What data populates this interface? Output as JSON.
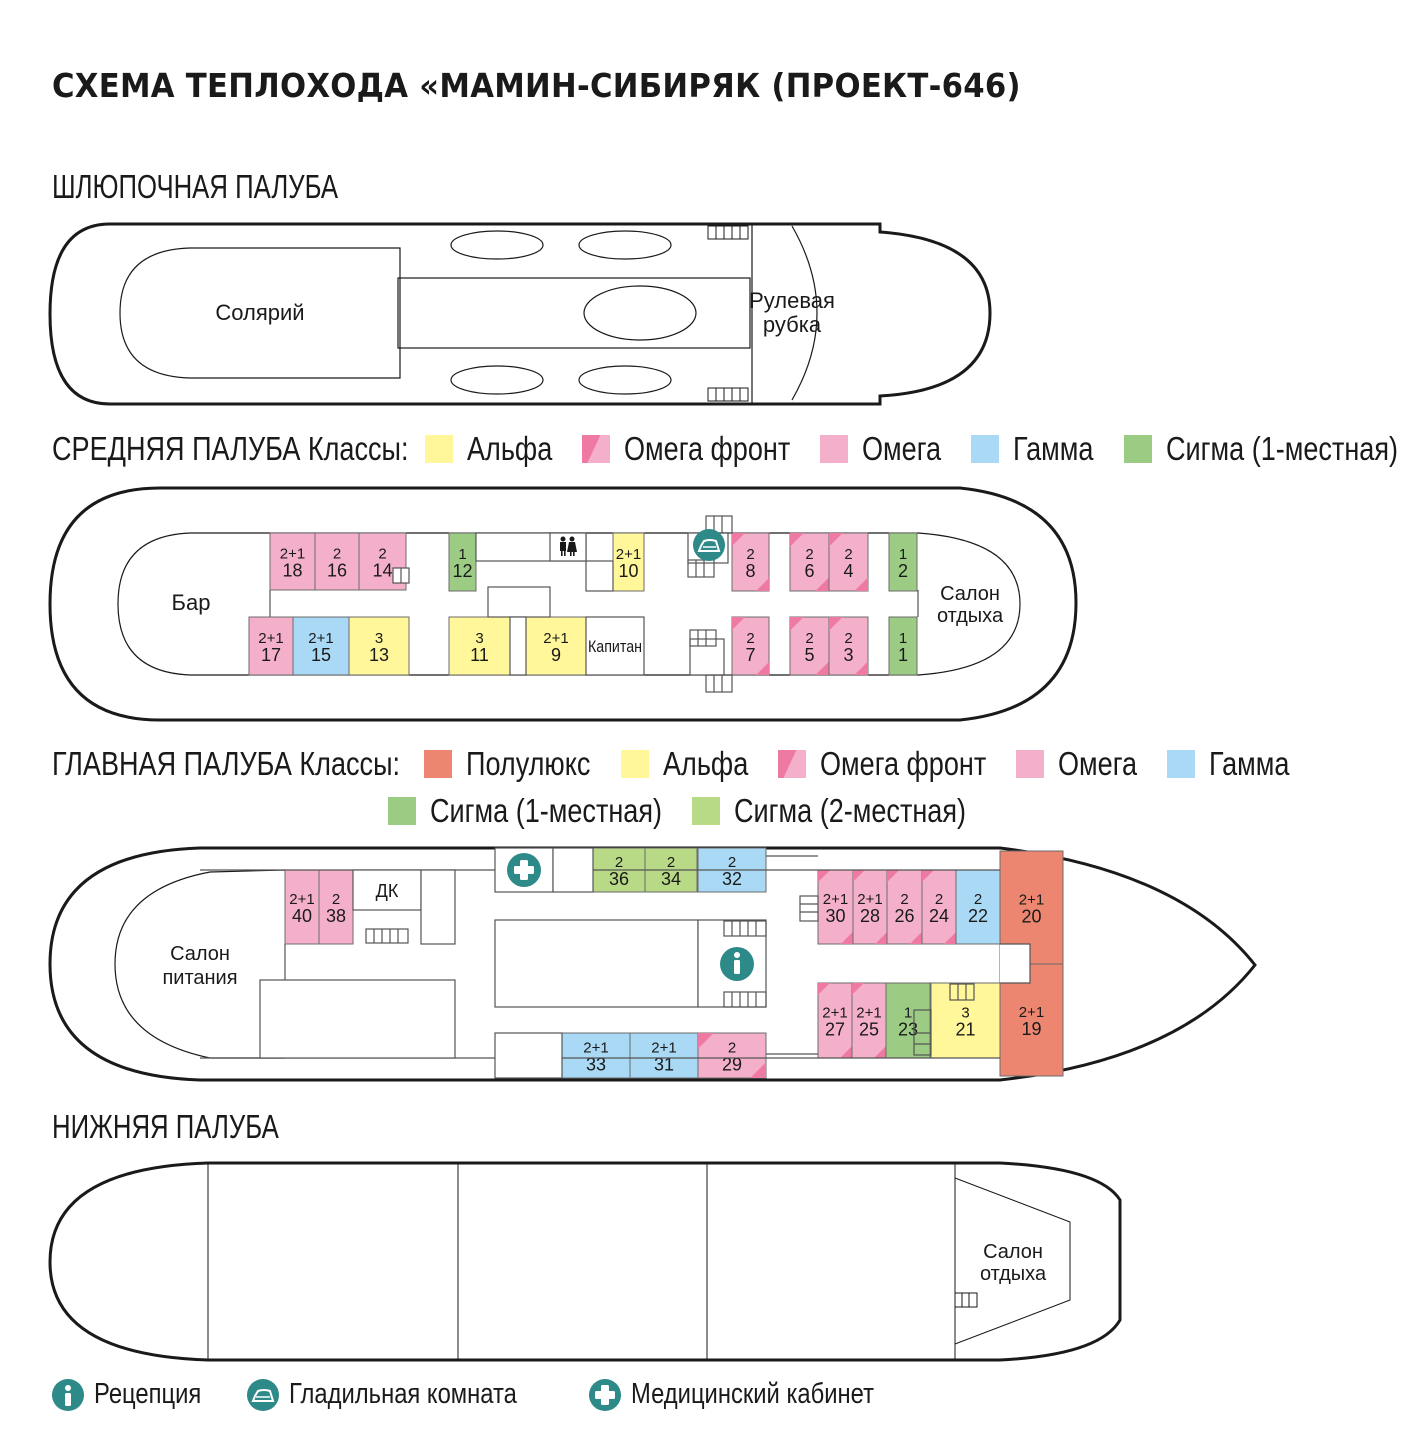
{
  "title": "СХЕМА ТЕПЛОХОДА «МАМИН-СИБИРЯК (ПРОЕКТ-646)",
  "colors": {
    "alpha": "#fff79a",
    "omega": "#f4b0cb",
    "omega_front_accent": "#ee7aa3",
    "gamma": "#a9d9f4",
    "sigma1": "#9ccc84",
    "sigma2": "#b8d985",
    "polulux": "#ec8670",
    "teal": "#2e8a88"
  },
  "boat_deck": {
    "title": "ШЛЮПОЧНАЯ ПАЛУБА",
    "rooms": {
      "solarium": "Солярий",
      "wheelhouse_1": "Рулевая",
      "wheelhouse_2": "рубка"
    }
  },
  "middle_deck": {
    "title": "СРЕДНЯЯ ПАЛУБА Классы:",
    "legend": [
      {
        "key": "alpha",
        "label": "Альфа"
      },
      {
        "key": "omega_front",
        "label": "Омега фронт"
      },
      {
        "key": "omega",
        "label": "Омега"
      },
      {
        "key": "gamma",
        "label": "Гамма"
      },
      {
        "key": "sigma1",
        "label": "Сигма (1-местная)"
      }
    ],
    "rooms": {
      "bar": "Бар",
      "captain": "Капитан",
      "lounge_1": "Салон",
      "lounge_2": "отдыха"
    },
    "cabins": [
      {
        "num": "18",
        "beds": "2+1",
        "cls": "omega"
      },
      {
        "num": "16",
        "beds": "2",
        "cls": "omega"
      },
      {
        "num": "14",
        "beds": "2",
        "cls": "omega"
      },
      {
        "num": "12",
        "beds": "1",
        "cls": "sigma1"
      },
      {
        "num": "10",
        "beds": "2+1",
        "cls": "alpha"
      },
      {
        "num": "8",
        "beds": "2",
        "cls": "omega_front"
      },
      {
        "num": "6",
        "beds": "2",
        "cls": "omega_front"
      },
      {
        "num": "4",
        "beds": "2",
        "cls": "omega_front"
      },
      {
        "num": "2",
        "beds": "1",
        "cls": "sigma1"
      },
      {
        "num": "17",
        "beds": "2+1",
        "cls": "omega"
      },
      {
        "num": "15",
        "beds": "2+1",
        "cls": "gamma"
      },
      {
        "num": "13",
        "beds": "3",
        "cls": "alpha"
      },
      {
        "num": "11",
        "beds": "3",
        "cls": "alpha"
      },
      {
        "num": "9",
        "beds": "2+1",
        "cls": "alpha"
      },
      {
        "num": "7",
        "beds": "2",
        "cls": "omega_front"
      },
      {
        "num": "5",
        "beds": "2",
        "cls": "omega_front"
      },
      {
        "num": "3",
        "beds": "2",
        "cls": "omega_front"
      },
      {
        "num": "1",
        "beds": "1",
        "cls": "sigma1"
      }
    ]
  },
  "main_deck": {
    "title": "ГЛАВНАЯ ПАЛУБА Классы:",
    "legend": [
      {
        "key": "polulux",
        "label": "Полулюкс"
      },
      {
        "key": "alpha",
        "label": "Альфа"
      },
      {
        "key": "omega_front",
        "label": "Омега фронт"
      },
      {
        "key": "omega",
        "label": "Омега"
      },
      {
        "key": "gamma",
        "label": "Гамма"
      },
      {
        "key": "sigma1",
        "label": "Сигма (1-местная)"
      },
      {
        "key": "sigma2",
        "label": "Сигма (2-местная)"
      }
    ],
    "rooms": {
      "dining_1": "Салон",
      "dining_2": "питания",
      "dk": "ДК"
    },
    "cabins": [
      {
        "num": "40",
        "beds": "2+1",
        "cls": "omega"
      },
      {
        "num": "38",
        "beds": "2",
        "cls": "omega"
      },
      {
        "num": "36",
        "beds": "2",
        "cls": "sigma2"
      },
      {
        "num": "34",
        "beds": "2",
        "cls": "sigma2"
      },
      {
        "num": "32",
        "beds": "2",
        "cls": "gamma"
      },
      {
        "num": "30",
        "beds": "2+1",
        "cls": "omega_front"
      },
      {
        "num": "28",
        "beds": "2+1",
        "cls": "omega_front"
      },
      {
        "num": "26",
        "beds": "2",
        "cls": "omega_front"
      },
      {
        "num": "24",
        "beds": "2",
        "cls": "omega_front"
      },
      {
        "num": "22",
        "beds": "2",
        "cls": "gamma"
      },
      {
        "num": "20",
        "beds": "2+1",
        "cls": "polulux"
      },
      {
        "num": "33",
        "beds": "2+1",
        "cls": "gamma"
      },
      {
        "num": "31",
        "beds": "2+1",
        "cls": "gamma"
      },
      {
        "num": "29",
        "beds": "2",
        "cls": "omega_front"
      },
      {
        "num": "27",
        "beds": "2+1",
        "cls": "omega_front"
      },
      {
        "num": "25",
        "beds": "2+1",
        "cls": "omega_front"
      },
      {
        "num": "23",
        "beds": "1",
        "cls": "sigma1"
      },
      {
        "num": "21",
        "beds": "3",
        "cls": "alpha"
      },
      {
        "num": "19",
        "beds": "2+1",
        "cls": "polulux"
      }
    ]
  },
  "lower_deck": {
    "title": "НИЖНЯЯ ПАЛУБА",
    "rooms": {
      "lounge_1": "Салон",
      "lounge_2": "отдыха"
    }
  },
  "footer_legend": [
    {
      "icon": "info-icon",
      "label": "Рецепция"
    },
    {
      "icon": "iron-icon",
      "label": "Гладильная комната"
    },
    {
      "icon": "medical-cross-icon",
      "label": "Медицинский кабинет"
    }
  ]
}
